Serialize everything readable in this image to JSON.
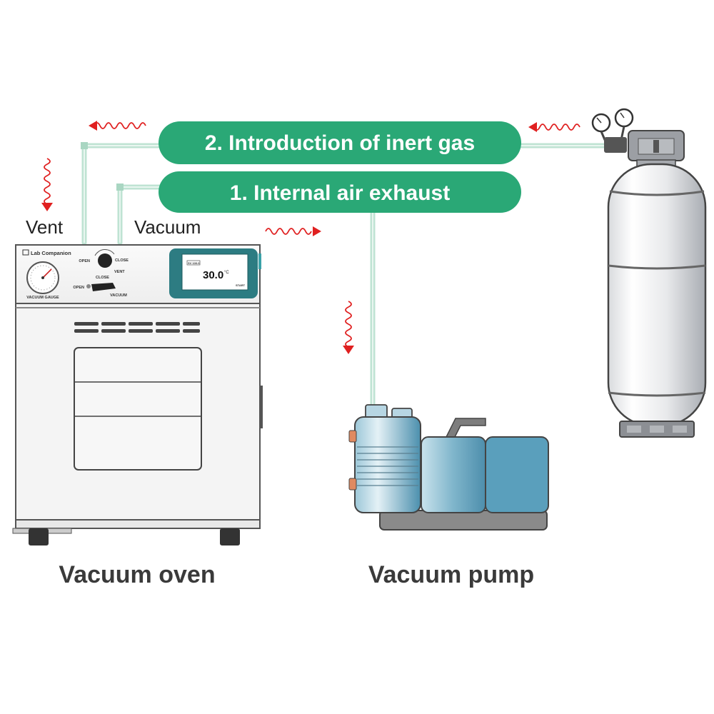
{
  "labels": {
    "step2": "2. Introduction of inert gas",
    "step1": "1. Internal air exhaust",
    "vent": "Vent",
    "vacuum": "Vacuum",
    "oven": "Vacuum oven",
    "pump": "Vacuum pump"
  },
  "oven_panel": {
    "brand": "Lab Companion",
    "gauge_label": "VACUUM GAUGE",
    "vent_label": "VENT",
    "vacuum_label": "VACUUM",
    "open": "OPEN",
    "close": "CLOSE",
    "close2": "CLOSE",
    "open2": "OPEN",
    "display_value": "30.0",
    "display_unit": "°C",
    "display_tag": "SV 100.0",
    "display_start": "START"
  },
  "icons": [
    "wave-arrow-left-icon",
    "wave-arrow-down-icon",
    "wave-arrow-right-icon"
  ],
  "colors": {
    "pill": "#2aa876",
    "pipe": "#bfe3d3",
    "arrow": "#e02020",
    "label": "#3a3a3a",
    "teal_display": "#2d7c82",
    "pump_blue": "#5a9fbc"
  }
}
